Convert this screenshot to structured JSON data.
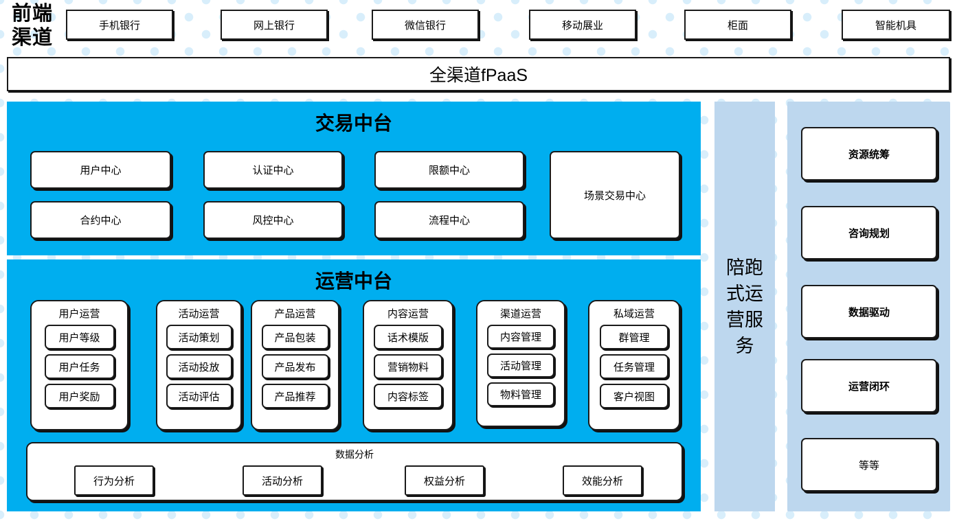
{
  "front_channel": {
    "label": "前端\n渠道",
    "label_line1": "前端",
    "label_line2": "渠道",
    "channels": [
      {
        "name": "手机银行"
      },
      {
        "name": "网上银行"
      },
      {
        "name": "微信银行"
      },
      {
        "name": "移动展业"
      },
      {
        "name": "柜面"
      },
      {
        "name": "智能机具"
      }
    ]
  },
  "fpaas": {
    "title": "全渠道fPaaS"
  },
  "trade_platform": {
    "title": "交易中台",
    "boxes": [
      {
        "name": "用户中心"
      },
      {
        "name": "认证中心"
      },
      {
        "name": "限额中心"
      },
      {
        "name": "合约中心"
      },
      {
        "name": "风控中心"
      },
      {
        "name": "流程中心"
      },
      {
        "name": "场景交易中心"
      }
    ]
  },
  "ops_platform": {
    "title": "运营中台",
    "groups": [
      {
        "title": "用户运营",
        "items": [
          "用户等级",
          "用户任务",
          "用户奖励"
        ]
      },
      {
        "title": "活动运营",
        "items": [
          "活动策划",
          "活动投放",
          "活动评估"
        ]
      },
      {
        "title": "产品运营",
        "items": [
          "产品包装",
          "产品发布",
          "产品推荐"
        ]
      },
      {
        "title": "内容运营",
        "items": [
          "话术模版",
          "营销物料",
          "内容标签"
        ]
      },
      {
        "title": "渠道运营",
        "items": [
          "内容管理",
          "活动管理",
          "物料管理"
        ]
      },
      {
        "title": "私域运营",
        "items": [
          "群管理",
          "任务管理",
          "客户视图"
        ]
      }
    ],
    "analysis": {
      "title": "数据分析",
      "items": [
        "行为分析",
        "活动分析",
        "权益分析",
        "效能分析"
      ]
    }
  },
  "service_column": {
    "label": "陪跑式运营服务"
  },
  "value_column": {
    "cards": [
      {
        "name": "资源统筹",
        "bold": true
      },
      {
        "name": "咨询规划",
        "bold": true
      },
      {
        "name": "数据驱动",
        "bold": true
      },
      {
        "name": "运营闭环",
        "bold": true
      },
      {
        "name": "等等",
        "bold": false
      }
    ]
  },
  "colors": {
    "cyan": "#00AEEF",
    "light_blue": "#bdd7ee",
    "dot": "#d8eefb",
    "border": "#1a1a1a",
    "white": "#ffffff"
  }
}
